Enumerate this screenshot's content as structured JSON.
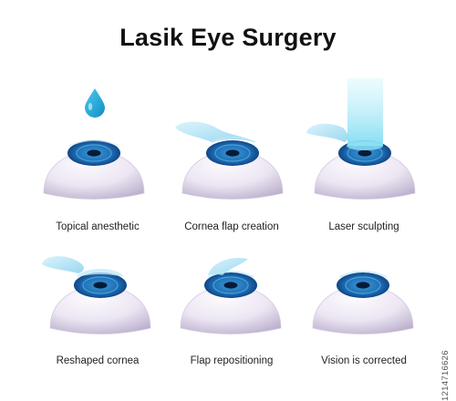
{
  "title": "Lasik Eye Surgery",
  "colors": {
    "title": "#111111",
    "caption": "#222222",
    "eyeball_light": "#fbf7fd",
    "eyeball_mid": "#e4dcef",
    "eyeball_dark": "#b6a9c9",
    "iris_outer": "#0f3f7f",
    "iris_inner": "#2b85c8",
    "pupil": "#061a36",
    "flap": "#a5def4",
    "laser": "#9fe6f6",
    "drop": "#18a9d8",
    "watermark": "#555555"
  },
  "steps": [
    {
      "label": "Topical anesthetic",
      "graphic": "drop"
    },
    {
      "label": "Cornea flap creation",
      "graphic": "flap-lifting"
    },
    {
      "label": "Laser sculpting",
      "graphic": "laser-beam"
    },
    {
      "label": "Reshaped cornea",
      "graphic": "flap-open"
    },
    {
      "label": "Flap repositioning",
      "graphic": "flap-closing"
    },
    {
      "label": "Vision is corrected",
      "graphic": "healed"
    }
  ],
  "watermark": "1214716626"
}
